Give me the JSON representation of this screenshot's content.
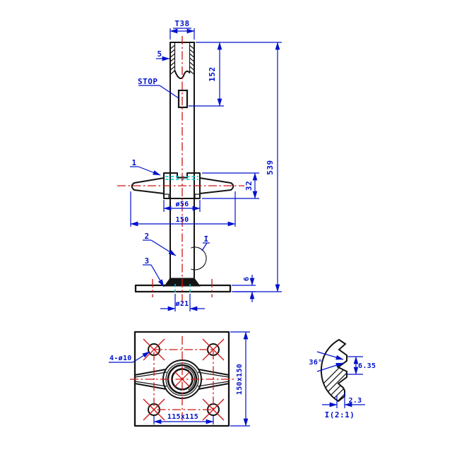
{
  "colors": {
    "dimension_blue": "#0011cc",
    "centerline_red": "#d11414",
    "hidden_cyan": "#00c9c9",
    "geometry_black": "#141414",
    "background": "#ffffff"
  },
  "front_view": {
    "dim_thread": "T38",
    "dim_wall_thickness": "5",
    "label_stop": "STOP",
    "dim_thread_length": "152",
    "dim_total_height": "539",
    "balloon_1": "1",
    "dim_nut_height": "32",
    "dim_hub_diameter": "ø56",
    "dim_wing_span": "150",
    "balloon_2": "2",
    "detail_marker": "I",
    "balloon_3": "3",
    "dim_plate_thickness": "6",
    "dim_base_hole_diameter": "ø21"
  },
  "plan_view": {
    "dim_corner_holes": "4-ø10",
    "dim_plate_size": "150x150",
    "dim_hole_pattern": "115x115"
  },
  "detail_view": {
    "dim_flank_angle": "36°",
    "dim_pitch": "6.35",
    "dim_depth": "2.3",
    "title": "I(2:1)"
  }
}
